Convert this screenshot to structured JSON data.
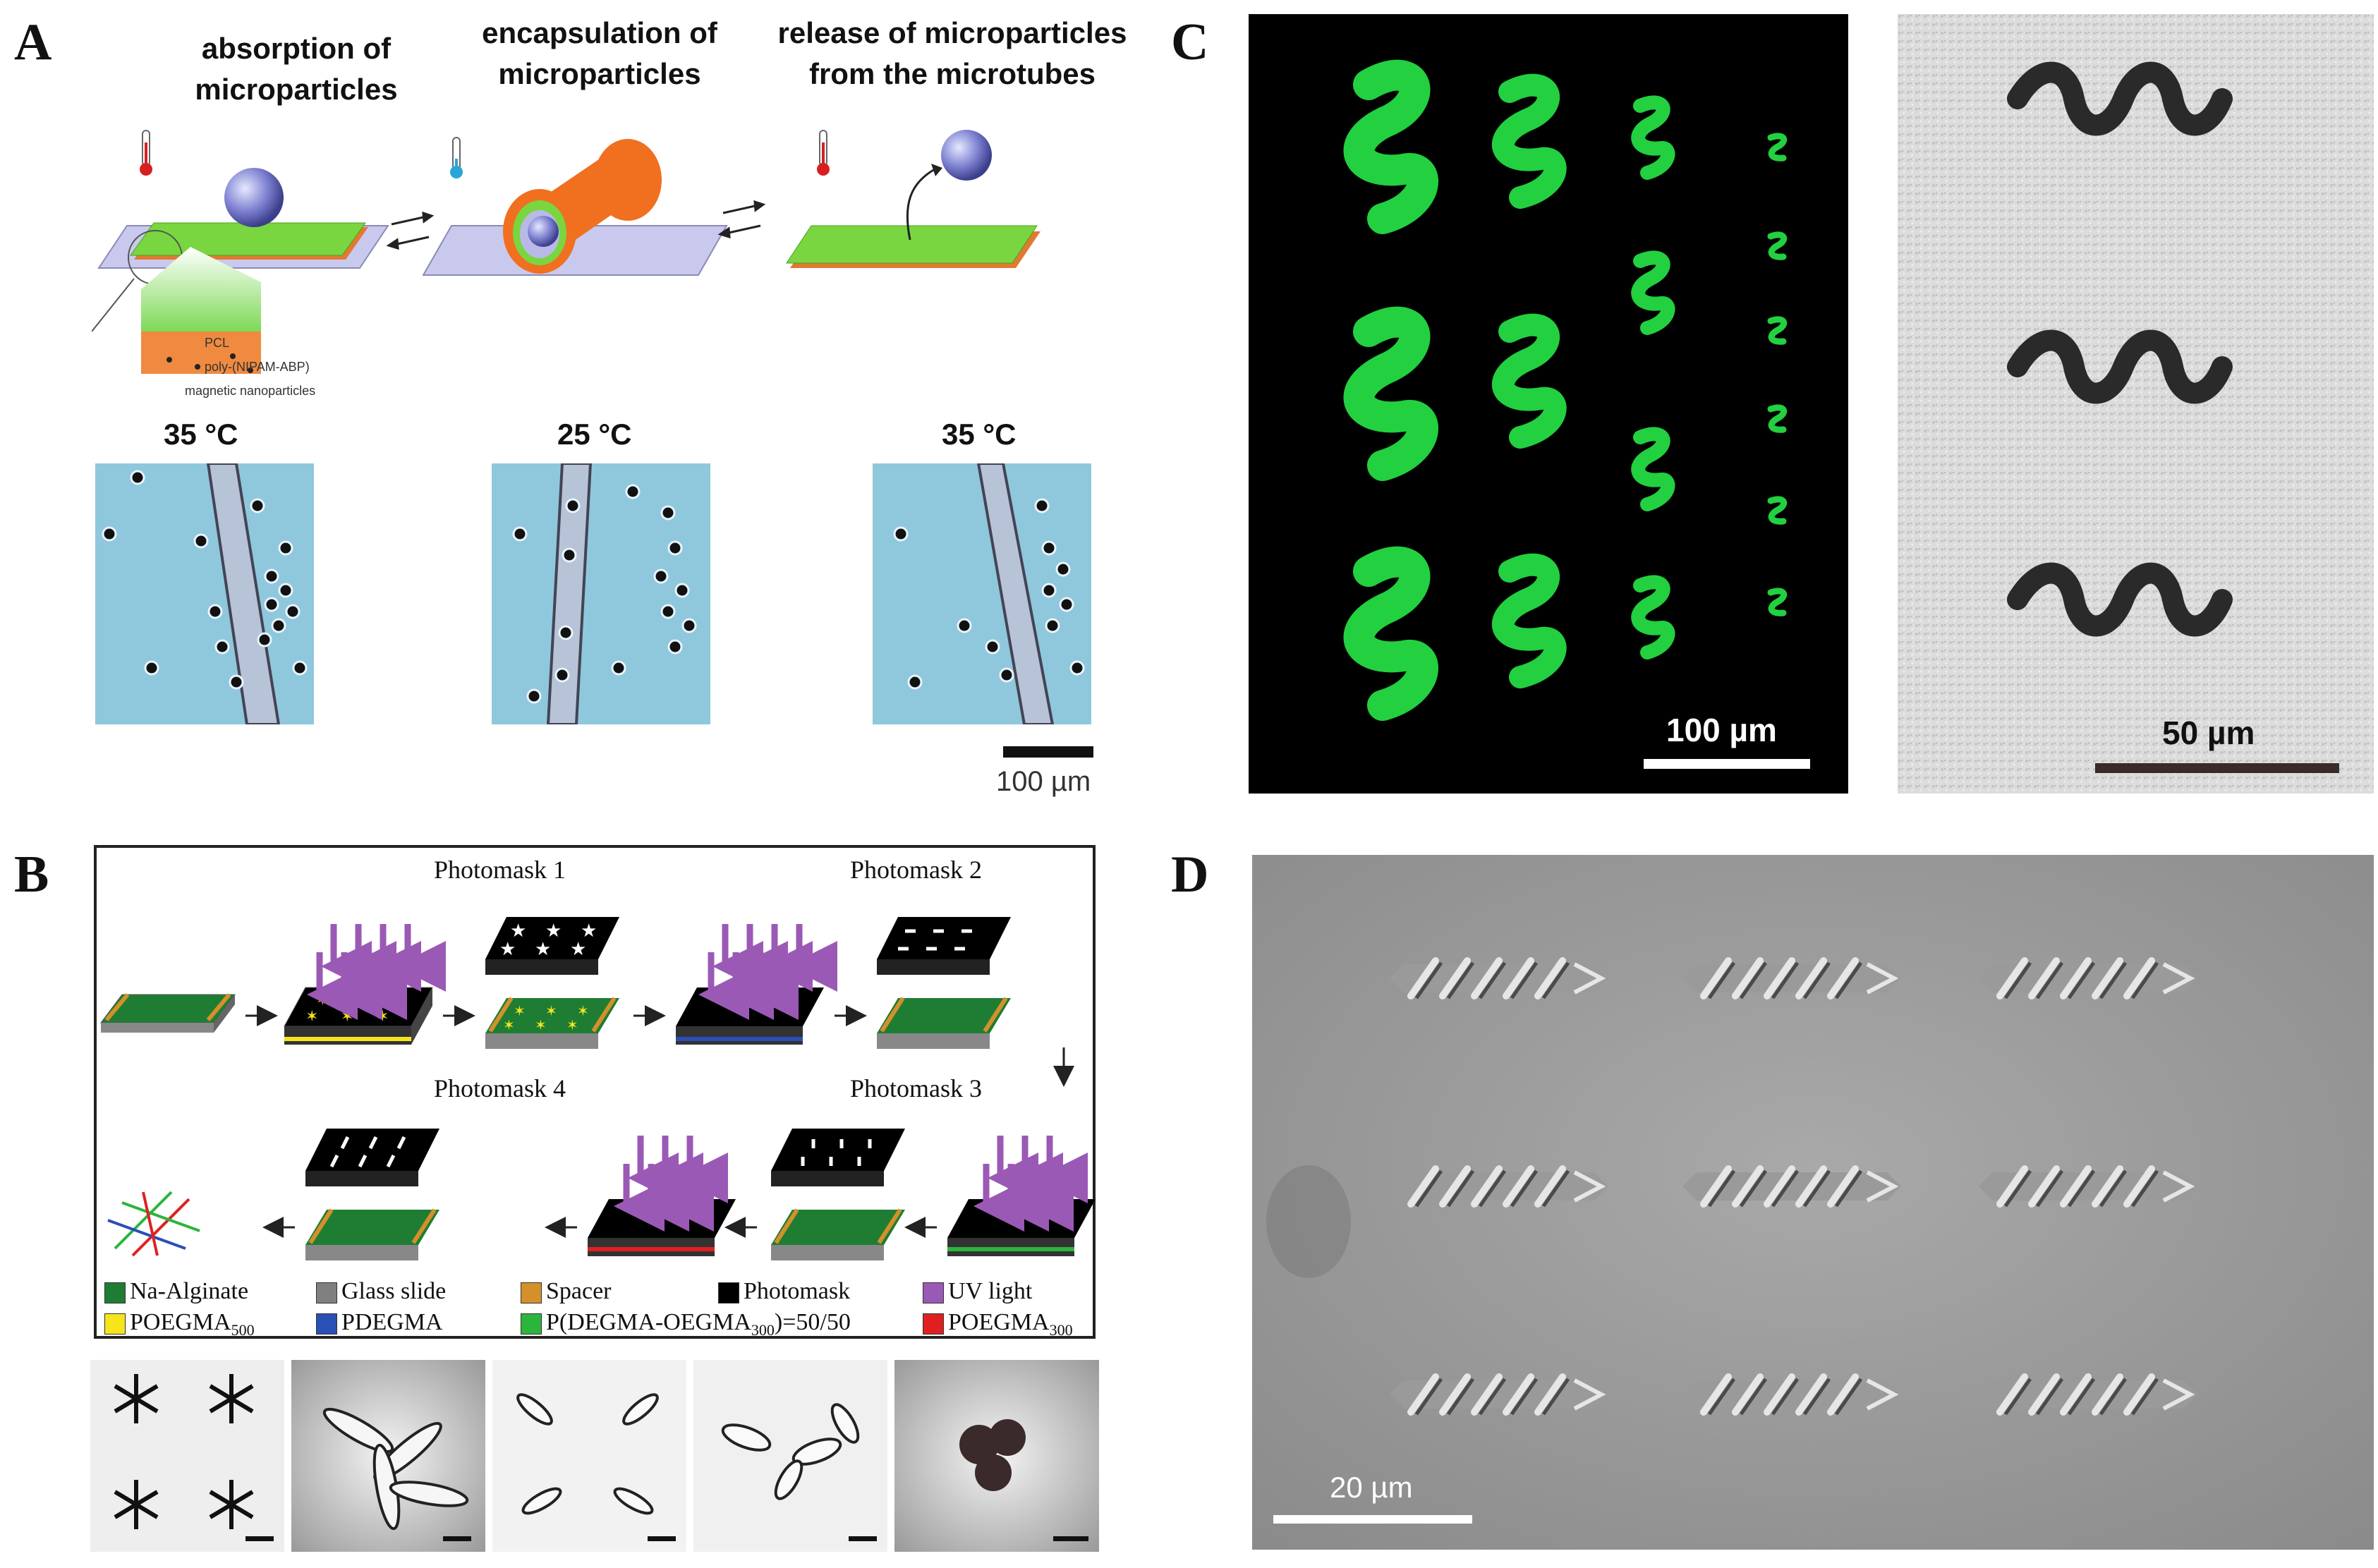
{
  "panels": {
    "a": {
      "letter": "A",
      "steps": [
        {
          "line1": "absorption of",
          "line2": "microparticles"
        },
        {
          "line1": "encapsulation of",
          "line2": "microparticles"
        },
        {
          "line1": "release of microparticles",
          "line2": "from the microtubes"
        }
      ],
      "layers": [
        "PCL",
        "poly-(NIPAM-ABP)",
        "magnetic nanoparticles"
      ],
      "temps": [
        "35 °C",
        "25 °C",
        "35 °C"
      ],
      "scale": "100 µm"
    },
    "b": {
      "letter": "B",
      "photomasks": [
        "Photomask 1",
        "Photomask 2",
        "Photomask 3",
        "Photomask 4"
      ],
      "legend_row1": [
        "Na-Alginate",
        "Glass slide",
        "Spacer",
        "Photomask",
        "UV light"
      ],
      "legend_row2": [
        "POEGMA",
        "PDEGMA",
        "P(DEGMA-OEGMA",
        "POEGMA"
      ],
      "legend_row2_sub": [
        "500",
        "300",
        "300"
      ],
      "legend_row2_tail": ")=50/50",
      "colors": {
        "na_alginate": "#1e7d32",
        "glass": "#808080",
        "spacer": "#d4902a",
        "photomask": "#000000",
        "uv": "#9b59b6",
        "poegma500": "#f5e51b",
        "pdegma": "#2a4fb5",
        "p_deg_oeg": "#2bb53c",
        "poegma300": "#e02020"
      }
    },
    "c": {
      "letter": "C",
      "scale_left": "100 µm",
      "scale_right": "50 µm"
    },
    "d": {
      "letter": "D",
      "scale": "20 µm"
    }
  }
}
